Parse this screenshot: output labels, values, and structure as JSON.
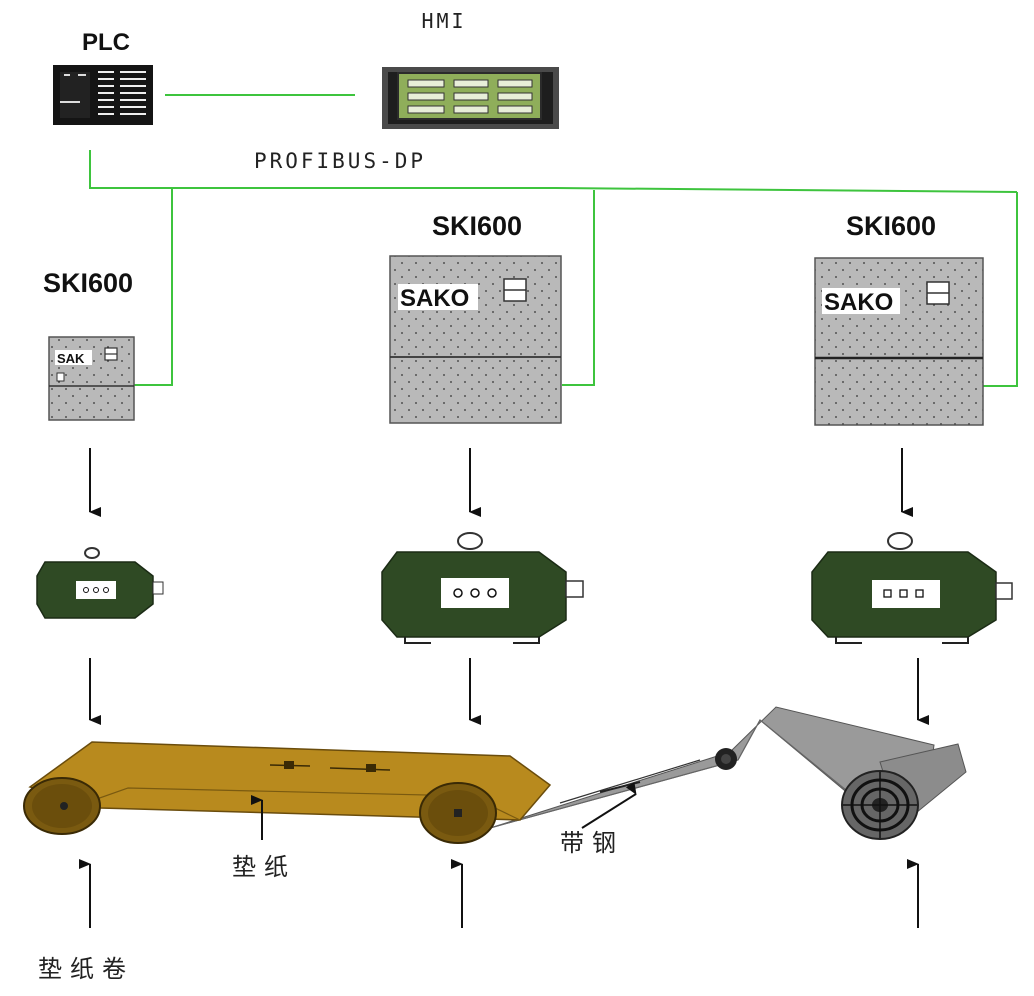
{
  "labels": {
    "plc": "PLC",
    "hmi": "HMI",
    "bus": "PROFIBUS-DP",
    "drive_left": "SKI600",
    "drive_middle": "SKI600",
    "drive_right": "SKI600",
    "brand_left": "SAK",
    "brand_middle": "SAKO",
    "brand_right": "SAKO",
    "paper": "垫纸",
    "steel_strip": "带钢",
    "paper_roll": "垫纸卷"
  },
  "colors": {
    "bus_line": "#3ec43e",
    "motor": "#2f4a24",
    "drive_body": "#b9b9b9",
    "paper_belt": "#b88a1e",
    "steel": "#9a9a9a",
    "hmi_screen": "#8fae5a"
  }
}
